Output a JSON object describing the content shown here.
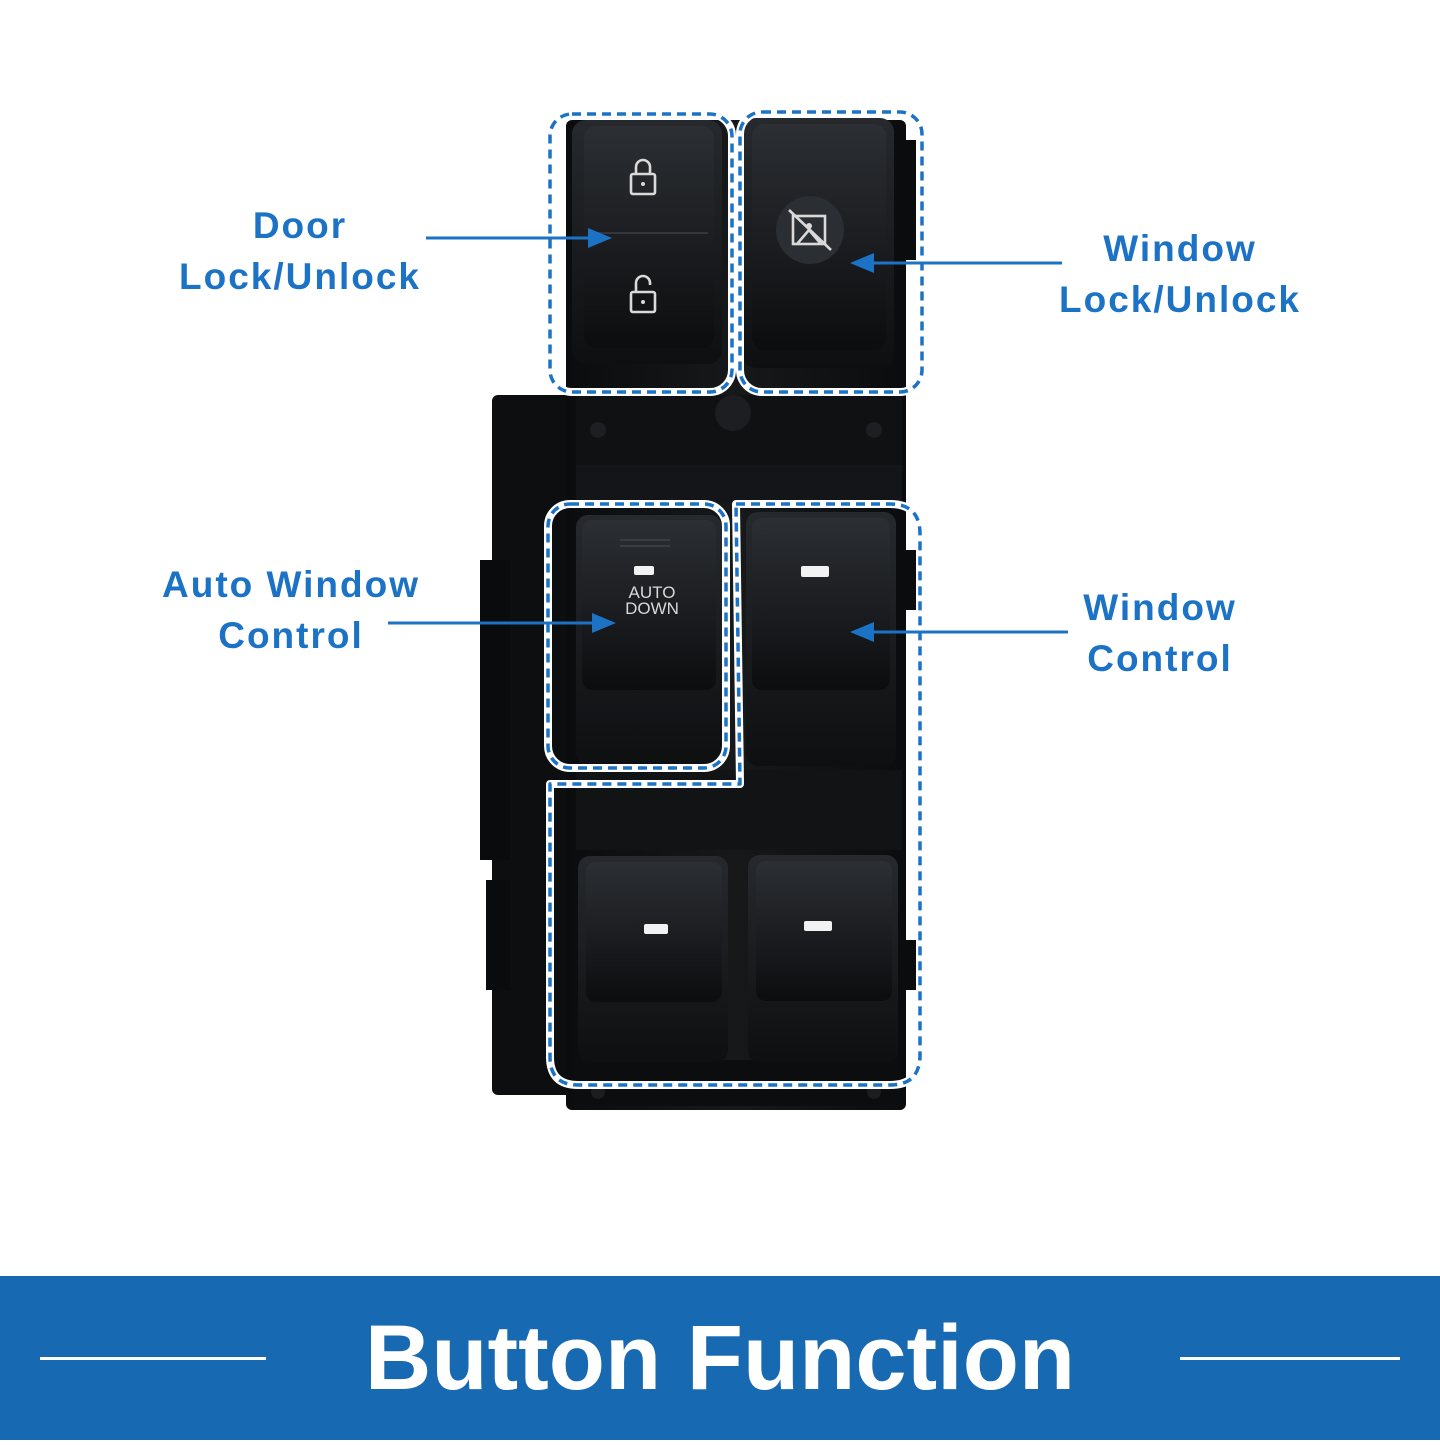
{
  "labels": {
    "door_lock": [
      "Door",
      "Lock/Unlock"
    ],
    "window_lock": [
      "Window",
      "Lock/Unlock"
    ],
    "auto_window": [
      "Auto Window",
      "Control"
    ],
    "window_control": [
      "Window",
      "Control"
    ]
  },
  "switch_markings": {
    "auto_line1": "AUTO",
    "auto_line2": "DOWN"
  },
  "icons": {
    "lock": "lock-closed-icon",
    "unlock": "lock-open-icon",
    "window_lock": "window-lock-icon"
  },
  "banner": {
    "title": "Button Function"
  },
  "colors": {
    "accent": "#1c72c4",
    "banner": "#1769b1",
    "switch_body": "#111214",
    "indicator": "#f2f2f2"
  }
}
